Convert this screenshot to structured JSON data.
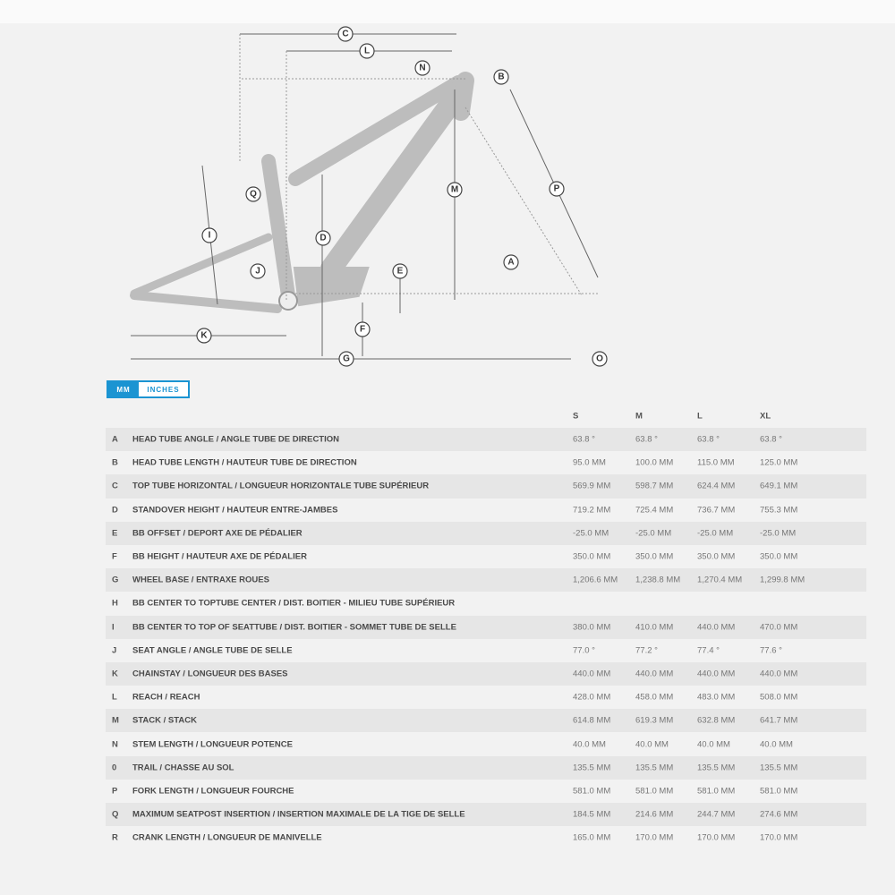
{
  "diagram": {
    "labels": {
      "A": "A",
      "B": "B",
      "C": "C",
      "D": "D",
      "E": "E",
      "F": "F",
      "G": "G",
      "I": "I",
      "J": "J",
      "K": "K",
      "L": "L",
      "M": "M",
      "N": "N",
      "O": "O",
      "P": "P",
      "Q": "Q"
    }
  },
  "units": {
    "mm": "MM",
    "inches": "INCHES"
  },
  "table": {
    "headers": [
      "S",
      "M",
      "L",
      "XL"
    ],
    "rows": [
      {
        "letter": "A",
        "name": "HEAD TUBE ANGLE / ANGLE TUBE DE DIRECTION",
        "values": [
          "63.8 °",
          "63.8 °",
          "63.8 °",
          "63.8 °"
        ]
      },
      {
        "letter": "B",
        "name": "HEAD TUBE LENGTH / HAUTEUR TUBE DE DIRECTION",
        "values": [
          "95.0 MM",
          "100.0 MM",
          "115.0 MM",
          "125.0 MM"
        ]
      },
      {
        "letter": "C",
        "name": "TOP TUBE HORIZONTAL / LONGUEUR HORIZONTALE TUBE SUPÉRIEUR",
        "values": [
          "569.9 MM",
          "598.7 MM",
          "624.4 MM",
          "649.1 MM"
        ]
      },
      {
        "letter": "D",
        "name": "STANDOVER HEIGHT / HAUTEUR ENTRE-JAMBES",
        "values": [
          "719.2 MM",
          "725.4 MM",
          "736.7 MM",
          "755.3 MM"
        ]
      },
      {
        "letter": "E",
        "name": "BB OFFSET / DEPORT AXE DE PÉDALIER",
        "values": [
          "-25.0 MM",
          "-25.0 MM",
          "-25.0 MM",
          "-25.0 MM"
        ]
      },
      {
        "letter": "F",
        "name": "BB HEIGHT / HAUTEUR AXE DE PÉDALIER",
        "values": [
          "350.0 MM",
          "350.0 MM",
          "350.0 MM",
          "350.0 MM"
        ]
      },
      {
        "letter": "G",
        "name": "WHEEL BASE / ENTRAXE ROUES",
        "values": [
          "1,206.6 MM",
          "1,238.8 MM",
          "1,270.4 MM",
          "1,299.8 MM"
        ]
      },
      {
        "letter": "H",
        "name": "BB CENTER TO TOPTUBE CENTER / DIST. BOITIER - MILIEU TUBE SUPÉRIEUR",
        "values": [
          "",
          "",
          "",
          ""
        ]
      },
      {
        "letter": "I",
        "name": "BB CENTER TO TOP OF SEATTUBE / DIST. BOITIER - SOMMET TUBE DE SELLE",
        "values": [
          "380.0 MM",
          "410.0 MM",
          "440.0 MM",
          "470.0 MM"
        ]
      },
      {
        "letter": "J",
        "name": "SEAT ANGLE / ANGLE TUBE DE SELLE",
        "values": [
          "77.0 °",
          "77.2 °",
          "77.4 °",
          "77.6 °"
        ]
      },
      {
        "letter": "K",
        "name": "CHAINSTAY / LONGUEUR DES BASES",
        "values": [
          "440.0 MM",
          "440.0 MM",
          "440.0 MM",
          "440.0 MM"
        ]
      },
      {
        "letter": "L",
        "name": "REACH / REACH",
        "values": [
          "428.0 MM",
          "458.0 MM",
          "483.0 MM",
          "508.0 MM"
        ]
      },
      {
        "letter": "M",
        "name": "STACK / STACK",
        "values": [
          "614.8 MM",
          "619.3 MM",
          "632.8 MM",
          "641.7 MM"
        ]
      },
      {
        "letter": "N",
        "name": "STEM LENGTH / LONGUEUR POTENCE",
        "values": [
          "40.0 MM",
          "40.0 MM",
          "40.0 MM",
          "40.0 MM"
        ]
      },
      {
        "letter": "0",
        "name": "TRAIL / CHASSE AU SOL",
        "values": [
          "135.5 MM",
          "135.5 MM",
          "135.5 MM",
          "135.5 MM"
        ]
      },
      {
        "letter": "P",
        "name": "FORK LENGTH / LONGUEUR FOURCHE",
        "values": [
          "581.0 MM",
          "581.0 MM",
          "581.0 MM",
          "581.0 MM"
        ]
      },
      {
        "letter": "Q",
        "name": "MAXIMUM SEATPOST INSERTION / INSERTION MAXIMALE DE LA TIGE DE SELLE",
        "values": [
          "184.5 MM",
          "214.6 MM",
          "244.7 MM",
          "274.6 MM"
        ]
      },
      {
        "letter": "R",
        "name": "CRANK LENGTH / LONGUEUR DE MANIVELLE",
        "values": [
          "165.0 MM",
          "170.0 MM",
          "170.0 MM",
          "170.0 MM"
        ]
      }
    ]
  }
}
